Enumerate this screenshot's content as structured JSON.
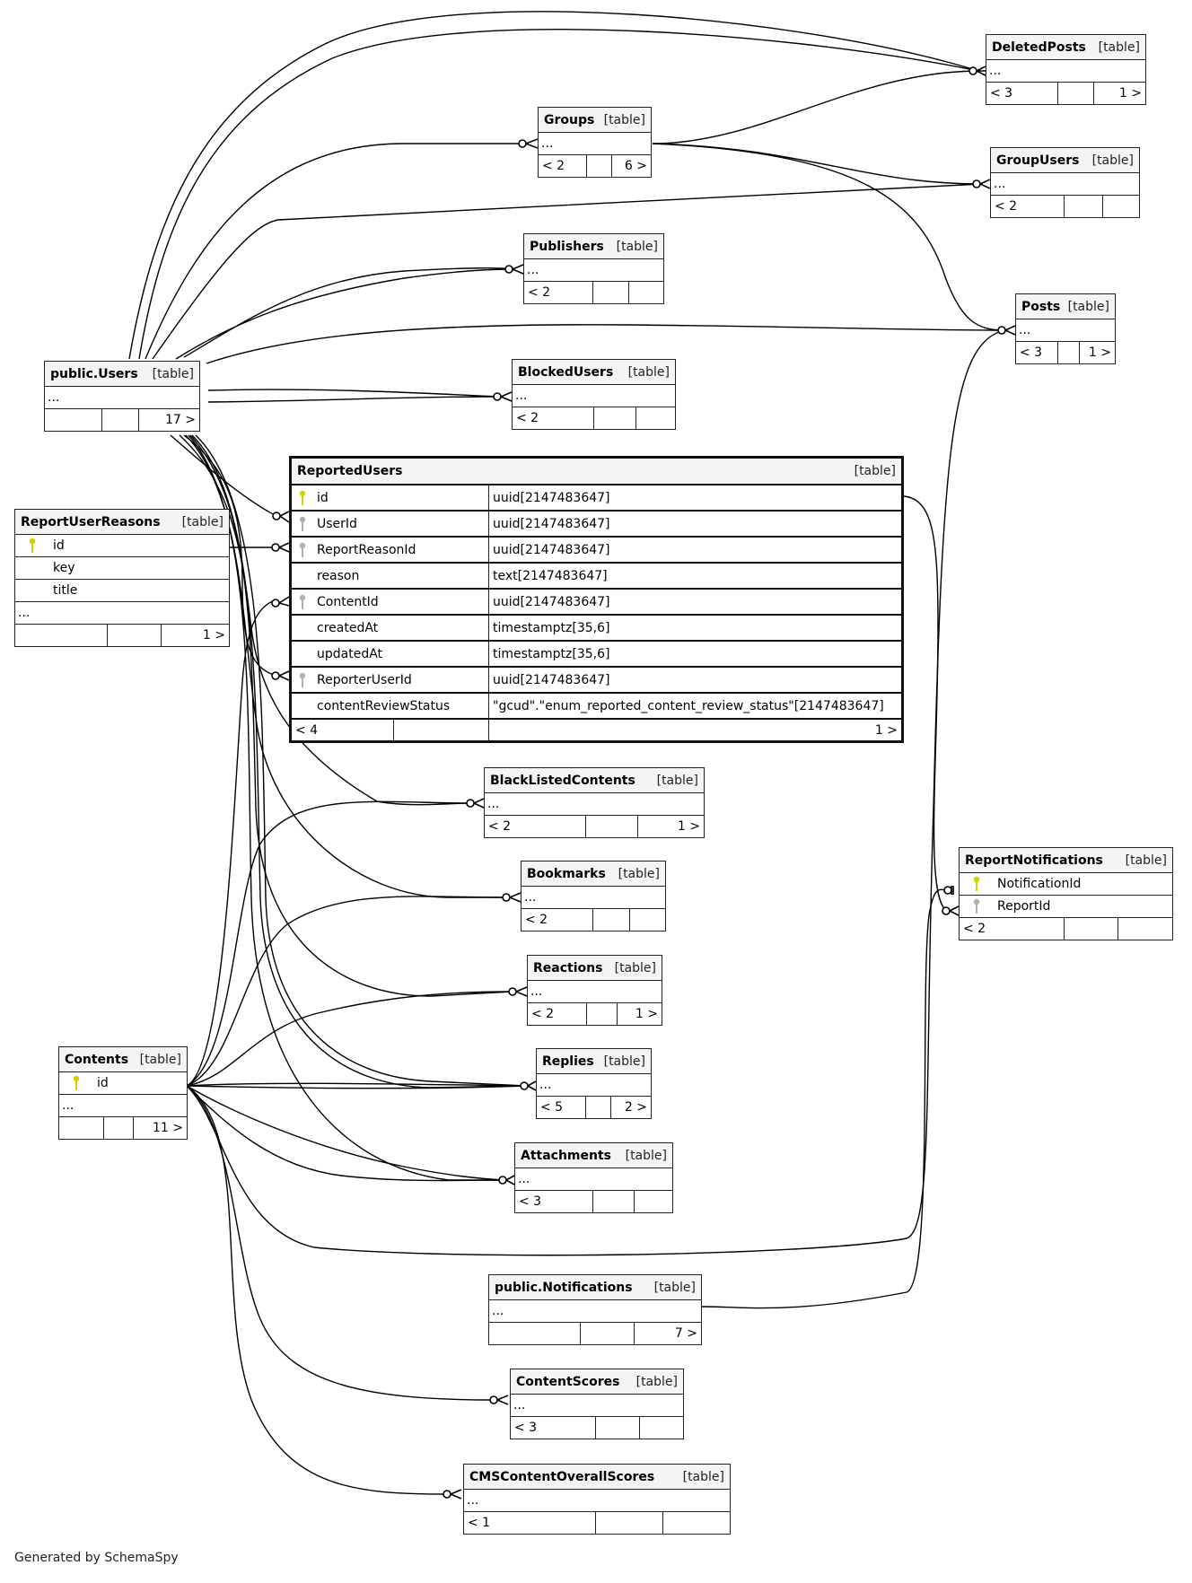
{
  "tag": "[table]",
  "footer": "Generated by SchemaSpy",
  "tables": {
    "deletedPosts": {
      "name": "DeletedPosts",
      "rows": [
        "..."
      ],
      "foot": [
        "< 3",
        "",
        "1 >"
      ]
    },
    "groups": {
      "name": "Groups",
      "rows": [
        "..."
      ],
      "foot": [
        "< 2",
        "",
        "6 >"
      ]
    },
    "groupUsers": {
      "name": "GroupUsers",
      "rows": [
        "..."
      ],
      "foot": [
        "< 2",
        "",
        ""
      ]
    },
    "publishers": {
      "name": "Publishers",
      "rows": [
        "..."
      ],
      "foot": [
        "< 2",
        "",
        ""
      ]
    },
    "posts": {
      "name": "Posts",
      "rows": [
        "..."
      ],
      "foot": [
        "< 3",
        "",
        "1 >"
      ]
    },
    "users": {
      "name": "public.Users",
      "rows": [
        "..."
      ],
      "foot": [
        "",
        "",
        "17 >"
      ]
    },
    "blockedUsers": {
      "name": "BlockedUsers",
      "rows": [
        "..."
      ],
      "foot": [
        "< 2",
        "",
        ""
      ]
    },
    "reportUserReasons": {
      "name": "ReportUserReasons",
      "columns": [
        {
          "name": "id",
          "key": "primary"
        },
        {
          "name": "key",
          "key": ""
        },
        {
          "name": "title",
          "key": ""
        }
      ],
      "rows": [
        "..."
      ],
      "foot": [
        "",
        "",
        "1 >"
      ]
    },
    "reportedUsers": {
      "name": "ReportedUsers",
      "columns": [
        {
          "name": "id",
          "type": "uuid[2147483647]",
          "key": "primary"
        },
        {
          "name": "UserId",
          "type": "uuid[2147483647]",
          "key": "foreign"
        },
        {
          "name": "ReportReasonId",
          "type": "uuid[2147483647]",
          "key": "foreign"
        },
        {
          "name": "reason",
          "type": "text[2147483647]",
          "key": ""
        },
        {
          "name": "ContentId",
          "type": "uuid[2147483647]",
          "key": "foreign"
        },
        {
          "name": "createdAt",
          "type": "timestamptz[35,6]",
          "key": ""
        },
        {
          "name": "updatedAt",
          "type": "timestamptz[35,6]",
          "key": ""
        },
        {
          "name": "ReporterUserId",
          "type": "uuid[2147483647]",
          "key": "foreign"
        },
        {
          "name": "contentReviewStatus",
          "type": "\"gcud\".\"enum_reported_content_review_status\"[2147483647]",
          "key": ""
        }
      ],
      "foot": [
        "< 4",
        "",
        "1 >"
      ]
    },
    "blackListedContents": {
      "name": "BlackListedContents",
      "rows": [
        "..."
      ],
      "foot": [
        "< 2",
        "",
        "1 >"
      ]
    },
    "reportNotifications": {
      "name": "ReportNotifications",
      "columns": [
        {
          "name": "NotificationId",
          "key": "primary"
        },
        {
          "name": "ReportId",
          "key": "foreign"
        }
      ],
      "foot": [
        "< 2",
        "",
        ""
      ]
    },
    "bookmarks": {
      "name": "Bookmarks",
      "rows": [
        "..."
      ],
      "foot": [
        "< 2",
        "",
        ""
      ]
    },
    "reactions": {
      "name": "Reactions",
      "rows": [
        "..."
      ],
      "foot": [
        "< 2",
        "",
        "1 >"
      ]
    },
    "contents": {
      "name": "Contents",
      "columns": [
        {
          "name": "id",
          "key": "primary"
        }
      ],
      "rows": [
        "..."
      ],
      "foot": [
        "",
        "",
        "11 >"
      ]
    },
    "replies": {
      "name": "Replies",
      "rows": [
        "..."
      ],
      "foot": [
        "< 5",
        "",
        "2 >"
      ]
    },
    "attachments": {
      "name": "Attachments",
      "rows": [
        "..."
      ],
      "foot": [
        "< 3",
        "",
        ""
      ]
    },
    "notifications": {
      "name": "public.Notifications",
      "rows": [
        "..."
      ],
      "foot": [
        "",
        "",
        "7 >"
      ]
    },
    "contentScores": {
      "name": "ContentScores",
      "rows": [
        "..."
      ],
      "foot": [
        "< 3",
        "",
        ""
      ]
    },
    "cmsContentOverallScores": {
      "name": "CMSContentOverallScores",
      "rows": [
        "..."
      ],
      "foot": [
        "< 1",
        "",
        ""
      ]
    }
  },
  "colors": {
    "primary_key": "#d4d000",
    "foreign_key": "#b0b0b0",
    "header_bg": "#f4f4f4",
    "line": "#000000"
  }
}
